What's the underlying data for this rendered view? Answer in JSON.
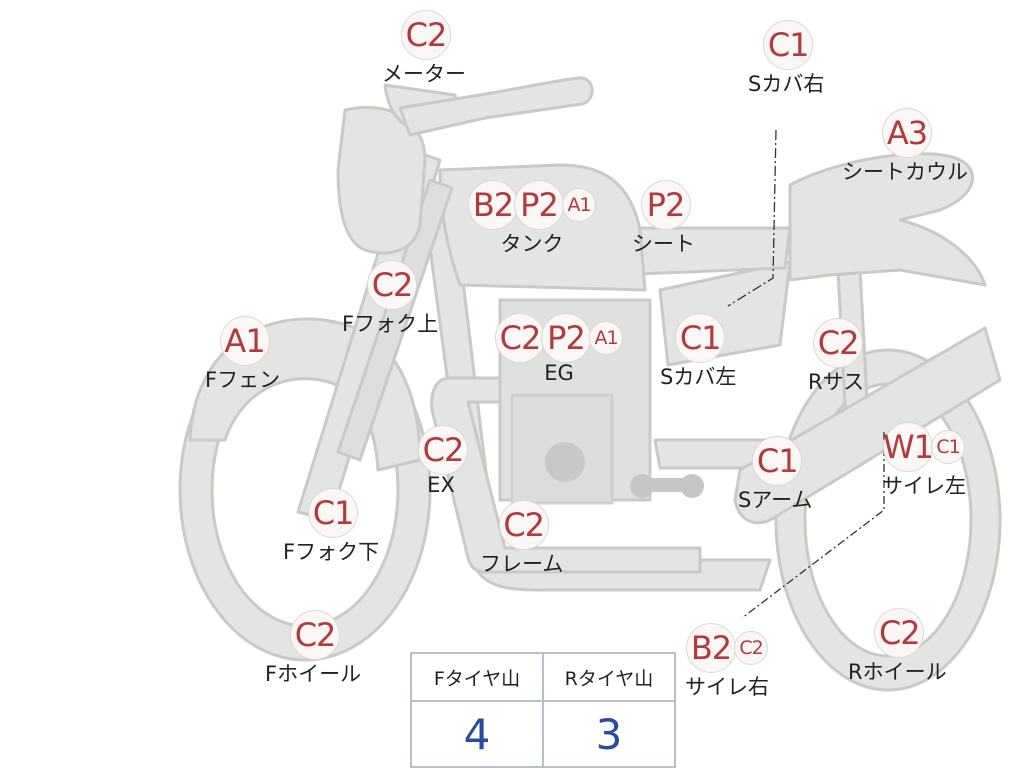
{
  "parts": [
    {
      "id": "meter",
      "grades": [
        "C2"
      ],
      "label": "メーター"
    },
    {
      "id": "side-cover-right",
      "grades": [
        "C1"
      ],
      "label": "Sカバ右"
    },
    {
      "id": "seat-cowl",
      "grades": [
        "A3"
      ],
      "label": "シートカウル"
    },
    {
      "id": "tank",
      "grades": [
        "B2",
        "P2",
        "A1"
      ],
      "label": "タンク"
    },
    {
      "id": "seat",
      "grades": [
        "P2"
      ],
      "label": "シート"
    },
    {
      "id": "front-fork-upper",
      "grades": [
        "C2"
      ],
      "label": "Fフォク上"
    },
    {
      "id": "front-fender",
      "grades": [
        "A1"
      ],
      "label": "Fフェン"
    },
    {
      "id": "engine",
      "grades": [
        "C2",
        "P2",
        "A1"
      ],
      "label": "EG"
    },
    {
      "id": "side-cover-left",
      "grades": [
        "C1"
      ],
      "label": "Sカバ左"
    },
    {
      "id": "rear-suspension",
      "grades": [
        "C2"
      ],
      "label": "Rサス"
    },
    {
      "id": "exhaust",
      "grades": [
        "C2"
      ],
      "label": "EX"
    },
    {
      "id": "swing-arm",
      "grades": [
        "C1"
      ],
      "label": "Sアーム"
    },
    {
      "id": "muffler-left",
      "grades": [
        "W1",
        "C1"
      ],
      "label": "サイレ左"
    },
    {
      "id": "front-fork-lower",
      "grades": [
        "C1"
      ],
      "label": "Fフォク下"
    },
    {
      "id": "frame",
      "grades": [
        "C2"
      ],
      "label": "フレーム"
    },
    {
      "id": "front-wheel",
      "grades": [
        "C2"
      ],
      "label": "Fホイール"
    },
    {
      "id": "muffler-right",
      "grades": [
        "B2",
        "C2"
      ],
      "label": "サイレ右"
    },
    {
      "id": "rear-wheel",
      "grades": [
        "C2"
      ],
      "label": "Rホイール"
    }
  ],
  "tire_table": {
    "headers": [
      "Fタイヤ山",
      "Rタイヤ山"
    ],
    "values": [
      "4",
      "3"
    ]
  },
  "colors": {
    "grade_text": "#b03a3e",
    "tire_value": "#2a4aa0",
    "bike_fill": "#e4e4e2",
    "bike_stroke": "#c9c9c6"
  }
}
